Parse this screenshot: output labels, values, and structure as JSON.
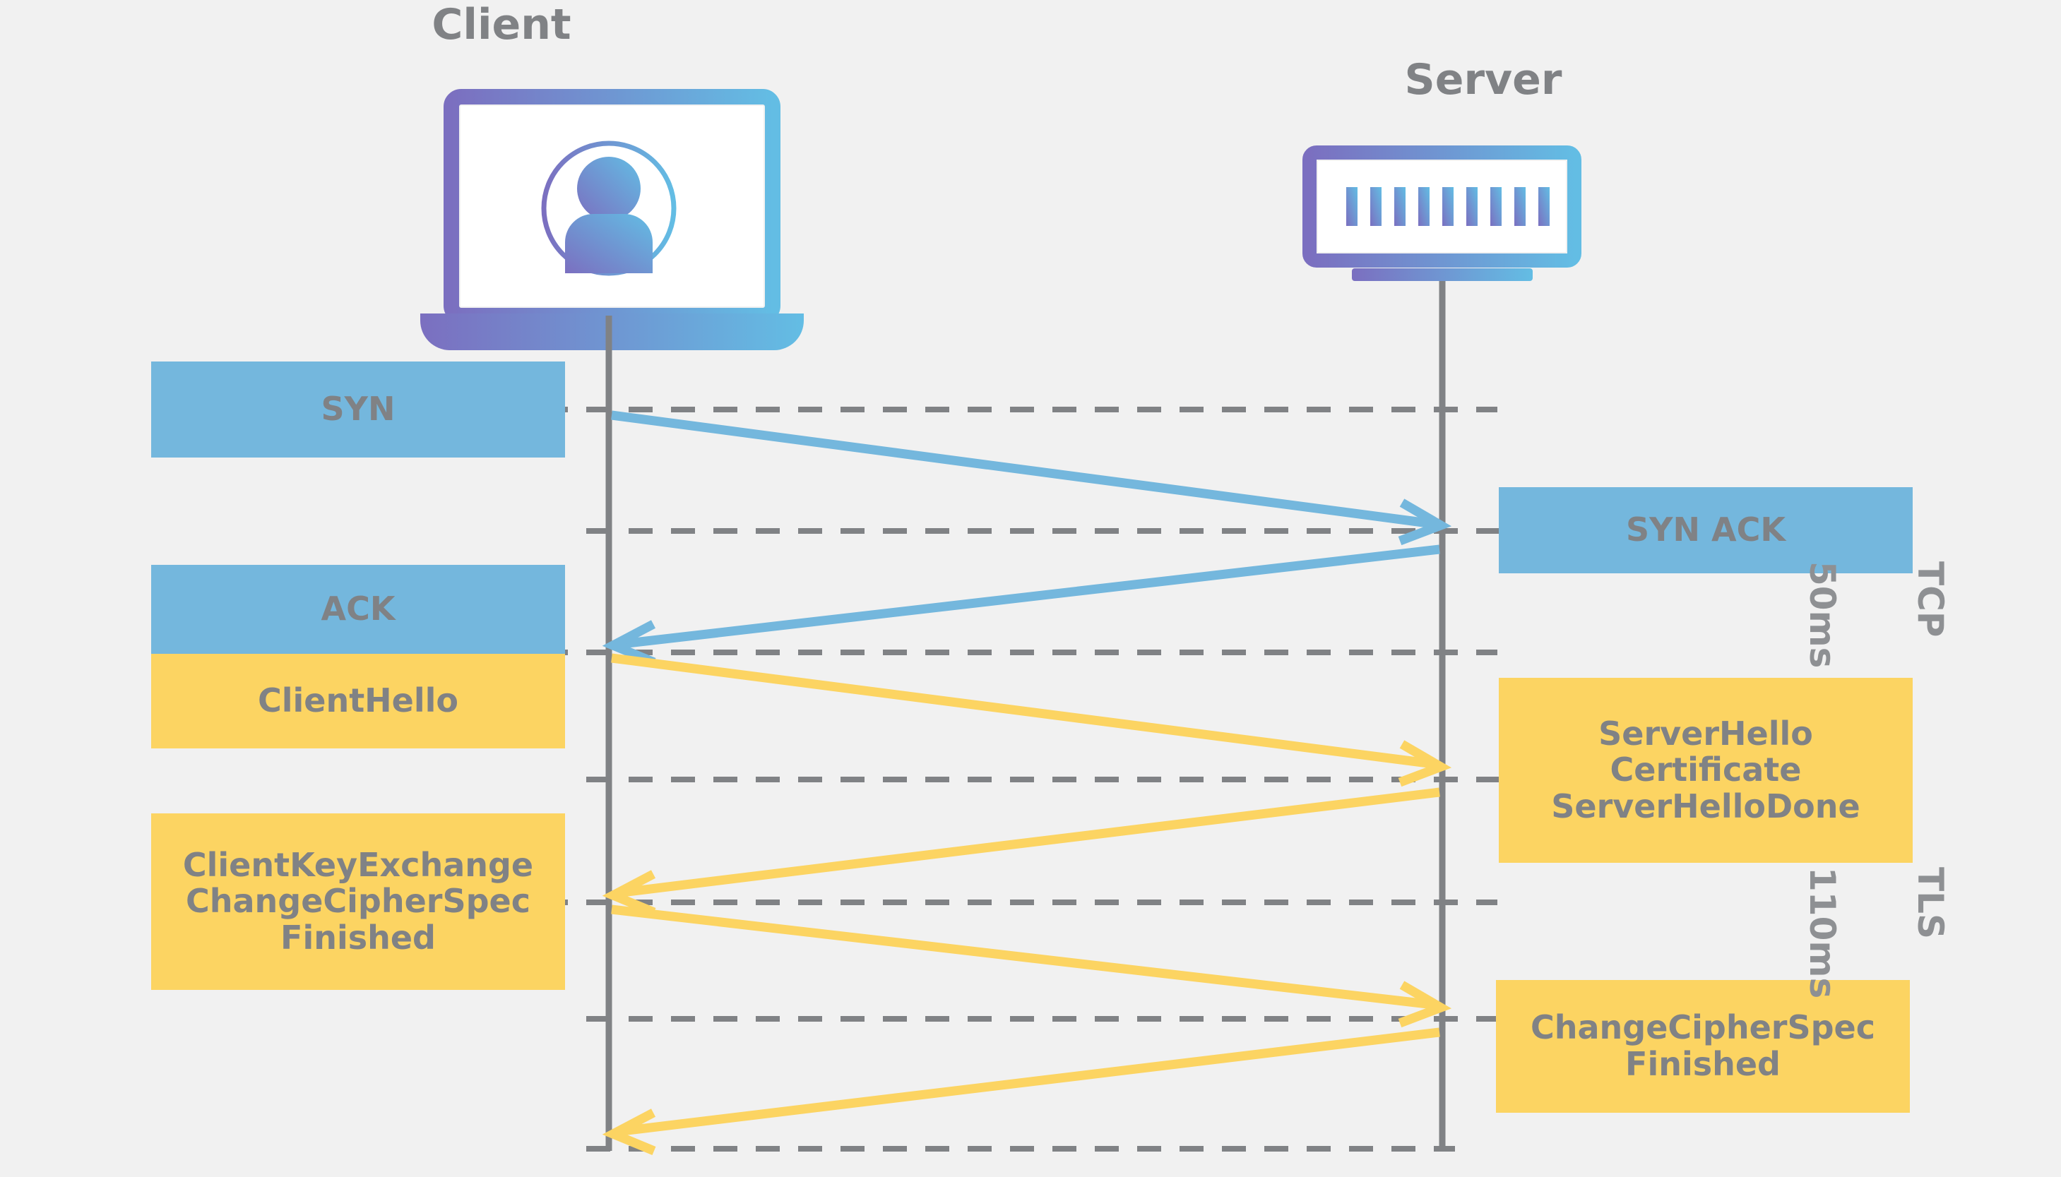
{
  "diagram": {
    "title_client": "Client",
    "title_server": "Server",
    "background_color": "#f1f1f1",
    "text_color": "#808285",
    "tcp_color": "#74b7dd",
    "tls_color": "#fcd462",
    "lifeline_color": "#808285"
  },
  "actors": {
    "client": {
      "label": "Client",
      "icon": "laptop-user-icon"
    },
    "server": {
      "label": "Server",
      "icon": "server-rack-icon"
    }
  },
  "left_boxes": [
    {
      "text": "SYN",
      "color": "#74b7dd",
      "phase": "TCP"
    },
    {
      "text": "ACK",
      "color": "#74b7dd",
      "phase": "TCP"
    },
    {
      "text": "ClientHello",
      "color": "#fcd462",
      "phase": "TLS"
    },
    {
      "lines": [
        "ClientKeyExchange",
        "ChangeCipherSpec",
        "Finished"
      ],
      "color": "#fcd462",
      "phase": "TLS"
    }
  ],
  "right_boxes": [
    {
      "text": "SYN ACK",
      "color": "#74b7dd",
      "phase": "TCP"
    },
    {
      "lines": [
        "ServerHello",
        "Certificate",
        "ServerHelloDone"
      ],
      "color": "#fcd462",
      "phase": "TLS"
    },
    {
      "lines": [
        "ChangeCipherSpec",
        "Finished"
      ],
      "color": "#fcd462",
      "phase": "TLS"
    }
  ],
  "arrows": [
    {
      "from": "client",
      "to": "server",
      "label": "SYN",
      "color": "#74b7dd"
    },
    {
      "from": "server",
      "to": "client",
      "label": "SYN ACK",
      "color": "#74b7dd"
    },
    {
      "from": "client",
      "to": "server",
      "label": "ClientHello",
      "color": "#fcd462"
    },
    {
      "from": "server",
      "to": "client",
      "label": "ServerHello Certificate ServerHelloDone",
      "color": "#fcd462"
    },
    {
      "from": "client",
      "to": "server",
      "label": "ClientKeyExchange ChangeCipherSpec Finished",
      "color": "#fcd462"
    },
    {
      "from": "server",
      "to": "client",
      "label": "ChangeCipherSpec Finished",
      "color": "#fcd462"
    }
  ],
  "phase_labels": [
    {
      "name": "TCP",
      "duration": "50ms"
    },
    {
      "name": "TLS",
      "duration": "110ms"
    }
  ]
}
